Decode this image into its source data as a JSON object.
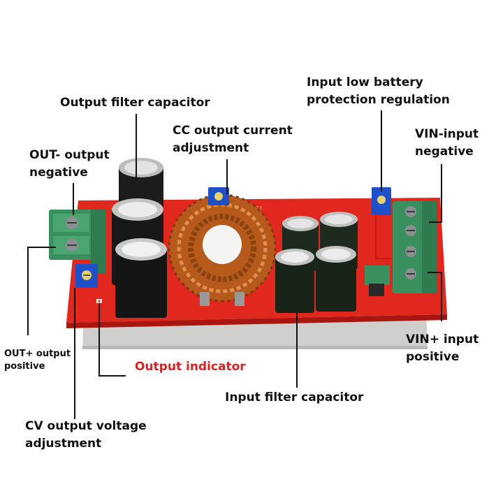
{
  "labels": {
    "output_filter_capacitor": "Output filter capacitor",
    "cc_adjust_line1": "CC output current",
    "cc_adjust_line2": "adjustment",
    "low_battery_line1": "Input low battery",
    "low_battery_line2": "protection regulation",
    "out_neg_line1": "OUT- output",
    "out_neg_line2": "negative",
    "vin_neg_line1": "VIN-input",
    "vin_neg_line2": "negative",
    "out_pos_line1": "OUT+ output",
    "out_pos_line2": "positive",
    "output_indicator": "Output indicator",
    "vin_pos_line1": "VIN+ input",
    "vin_pos_line2": "positive",
    "input_filter_capacitor": "Input filter capacitor",
    "cv_adjust_line1": "CV output voltage",
    "cv_adjust_line2": "adjustment"
  },
  "colors": {
    "pcb": "#e0281e",
    "heatsink": "#d9d9d6",
    "terminal": "#3a8f5e",
    "potentiometer": "#2050c8",
    "leader_line": "#111111",
    "accent_label": "#e02020"
  },
  "icons": [
    "capacitor",
    "toroid-inductor",
    "potentiometer",
    "screw-terminal"
  ]
}
